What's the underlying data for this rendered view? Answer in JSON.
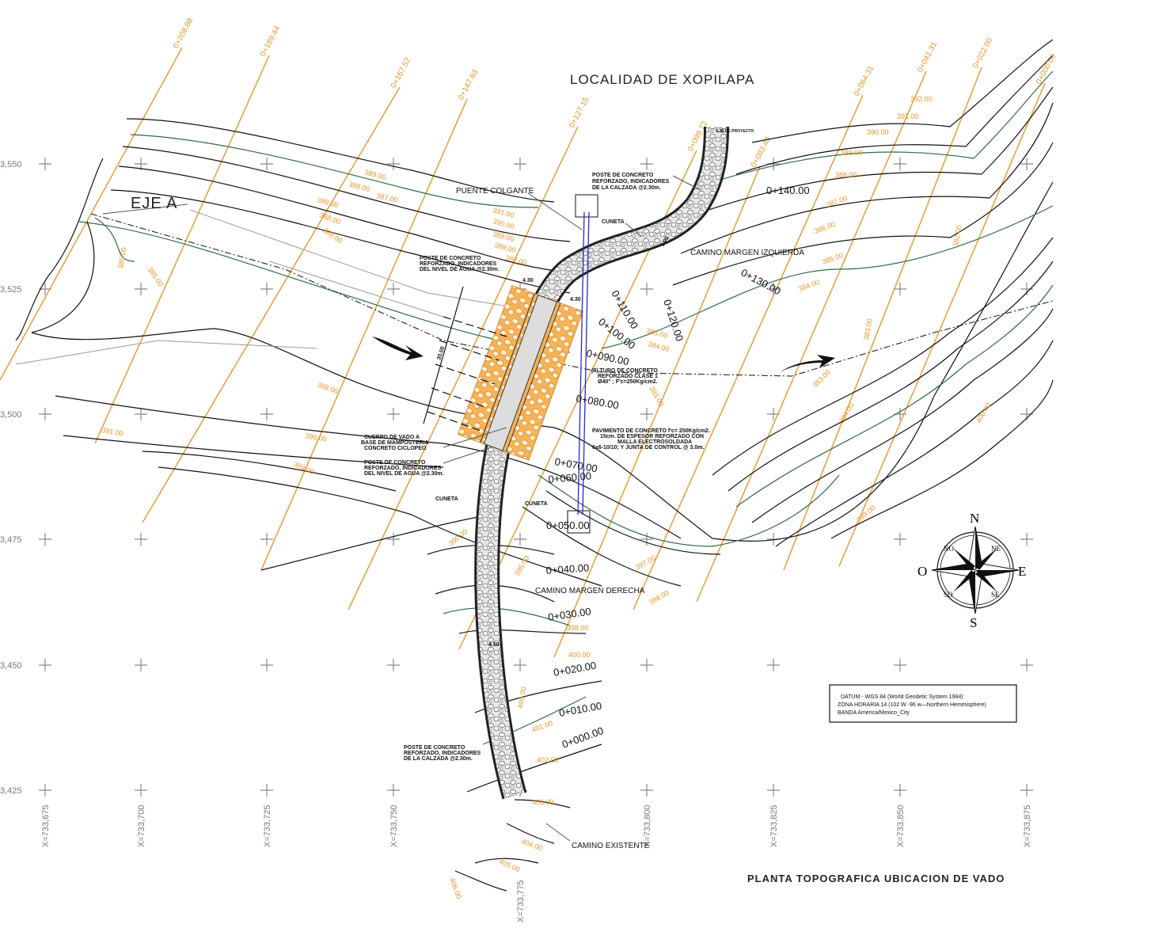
{
  "title": "PLANTA TOPOGRAFICA UBICACION DE VADO",
  "locality": "LOCALIDAD DE XOPILAPA",
  "axis_label": "EJE A",
  "project_axis": "EJE DE PROYECTO",
  "grid": {
    "y_labels": [
      "3,550",
      "3,525",
      "3,500",
      "3,475",
      "3,450",
      "3,425"
    ],
    "x_labels": [
      "X=733,675",
      "X=733,700",
      "X=733,725",
      "X=733,750",
      "X=733,775",
      "X=733,800",
      "X=733,825",
      "X=733,850",
      "X=733,875"
    ]
  },
  "stations": [
    "0+208.88",
    "0+189.44",
    "0+167.52",
    "0+147.63",
    "0+127.15",
    "0+099.72",
    "0+083.49",
    "0+064.31",
    "0+041.31",
    "0+022.00",
    "0+000.00"
  ],
  "chainages": [
    "0+000.00",
    "0+010.00",
    "0+020.00",
    "0+030.00",
    "0+040.00",
    "0+050.00",
    "0+060.00",
    "0+070.00",
    "0+080.00",
    "0+090.00",
    "0+100.00",
    "0+110.00",
    "0+120.00",
    "0+130.00",
    "0+140.00"
  ],
  "elevations": [
    "391.00",
    "390.00",
    "389.00",
    "388.00",
    "387.00",
    "388.00",
    "385.00",
    "385.00",
    "389.00",
    "388.00",
    "388.00",
    "389.00",
    "390.00",
    "391.00",
    "389.00",
    "388.00",
    "387.00",
    "392.00",
    "391.00",
    "390.00",
    "389.00",
    "388.00",
    "387.00",
    "386.00",
    "385.00",
    "384.00",
    "385.00",
    "384.00",
    "383.00",
    "383.00",
    "383.00",
    "384.00",
    "382.00",
    "390.00",
    "395.00",
    "397.00",
    "398.00",
    "398.00",
    "400.00",
    "400.00",
    "401.00",
    "402.00",
    "403.00",
    "404.00",
    "405.00",
    "406.00",
    "399.00",
    "400.00"
  ],
  "annotations": {
    "puente": "PUENTE COLGANTE",
    "poste_calzada_top": [
      "POSTE DE CONCRETO",
      "REFORZADO, INDICADORES",
      "DE LA CALZADA @2.30m."
    ],
    "poste_agua_top": [
      "POSTE DE CONCRETO",
      "REFORZADO, INDICADORES",
      "DEL NIVEL DE AGUA @2.30m."
    ],
    "cuneta": "CUNETA",
    "camino_izq": "CAMINO MARGEN IZQUIERDA",
    "camino_der": "CAMINO MARGEN DERECHA",
    "camino_existente": "CAMINO EXISTENTE",
    "tubo": [
      "(8) TUBO DE CONCRETO",
      "REFORZADO CLASE 1",
      "Ø40\" ; F'c=250Kg/cm2."
    ],
    "pavimento": [
      "PAVIMENTO DE CONCRETO f'c= 250Kg/cm2.",
      "15cm. DE ESPESOR REFORZADO CON",
      "MALLA ELECTROSOLDADA",
      "6x6-10/10; Y JUNTA DE CONTROL @ 3.0m."
    ],
    "cuerpo": [
      "CUERPO DE VADO A",
      "BASE DE MAMPOSTERIA",
      "CONCRETO CICLOPEO"
    ],
    "poste_agua_bottom": [
      "POSTE DE CONCRETO",
      "REFORZADO, INDICADORES",
      "DEL NIVEL DE AGUA @2.30m."
    ],
    "poste_calzada_bottom": [
      "POSTE DE CONCRETO",
      "REFORZADO, INDICADORES",
      "DE LA CALZADA @2.30m."
    ],
    "dims": [
      "4.30",
      "4.30",
      "30.00",
      "4.50",
      "1.00"
    ]
  },
  "compass": {
    "n": "N",
    "s": "S",
    "e": "E",
    "o": "O",
    "ne": "NE",
    "no": "NO",
    "se": "SE",
    "so": "SO"
  },
  "datum": [
    "DATUM - WGS 84 (World Geodetic System 1984)",
    "ZONA HORARIA 14 (102 W -96 w—Northern Hemmisphere)",
    "BANDA America/Mexico_City"
  ],
  "colors": {
    "contour": "#111111",
    "contour_index": "#2e6b4a",
    "station": "#e8962a",
    "vado": "#f0a040",
    "axis_blue": "#2a2ad0"
  }
}
